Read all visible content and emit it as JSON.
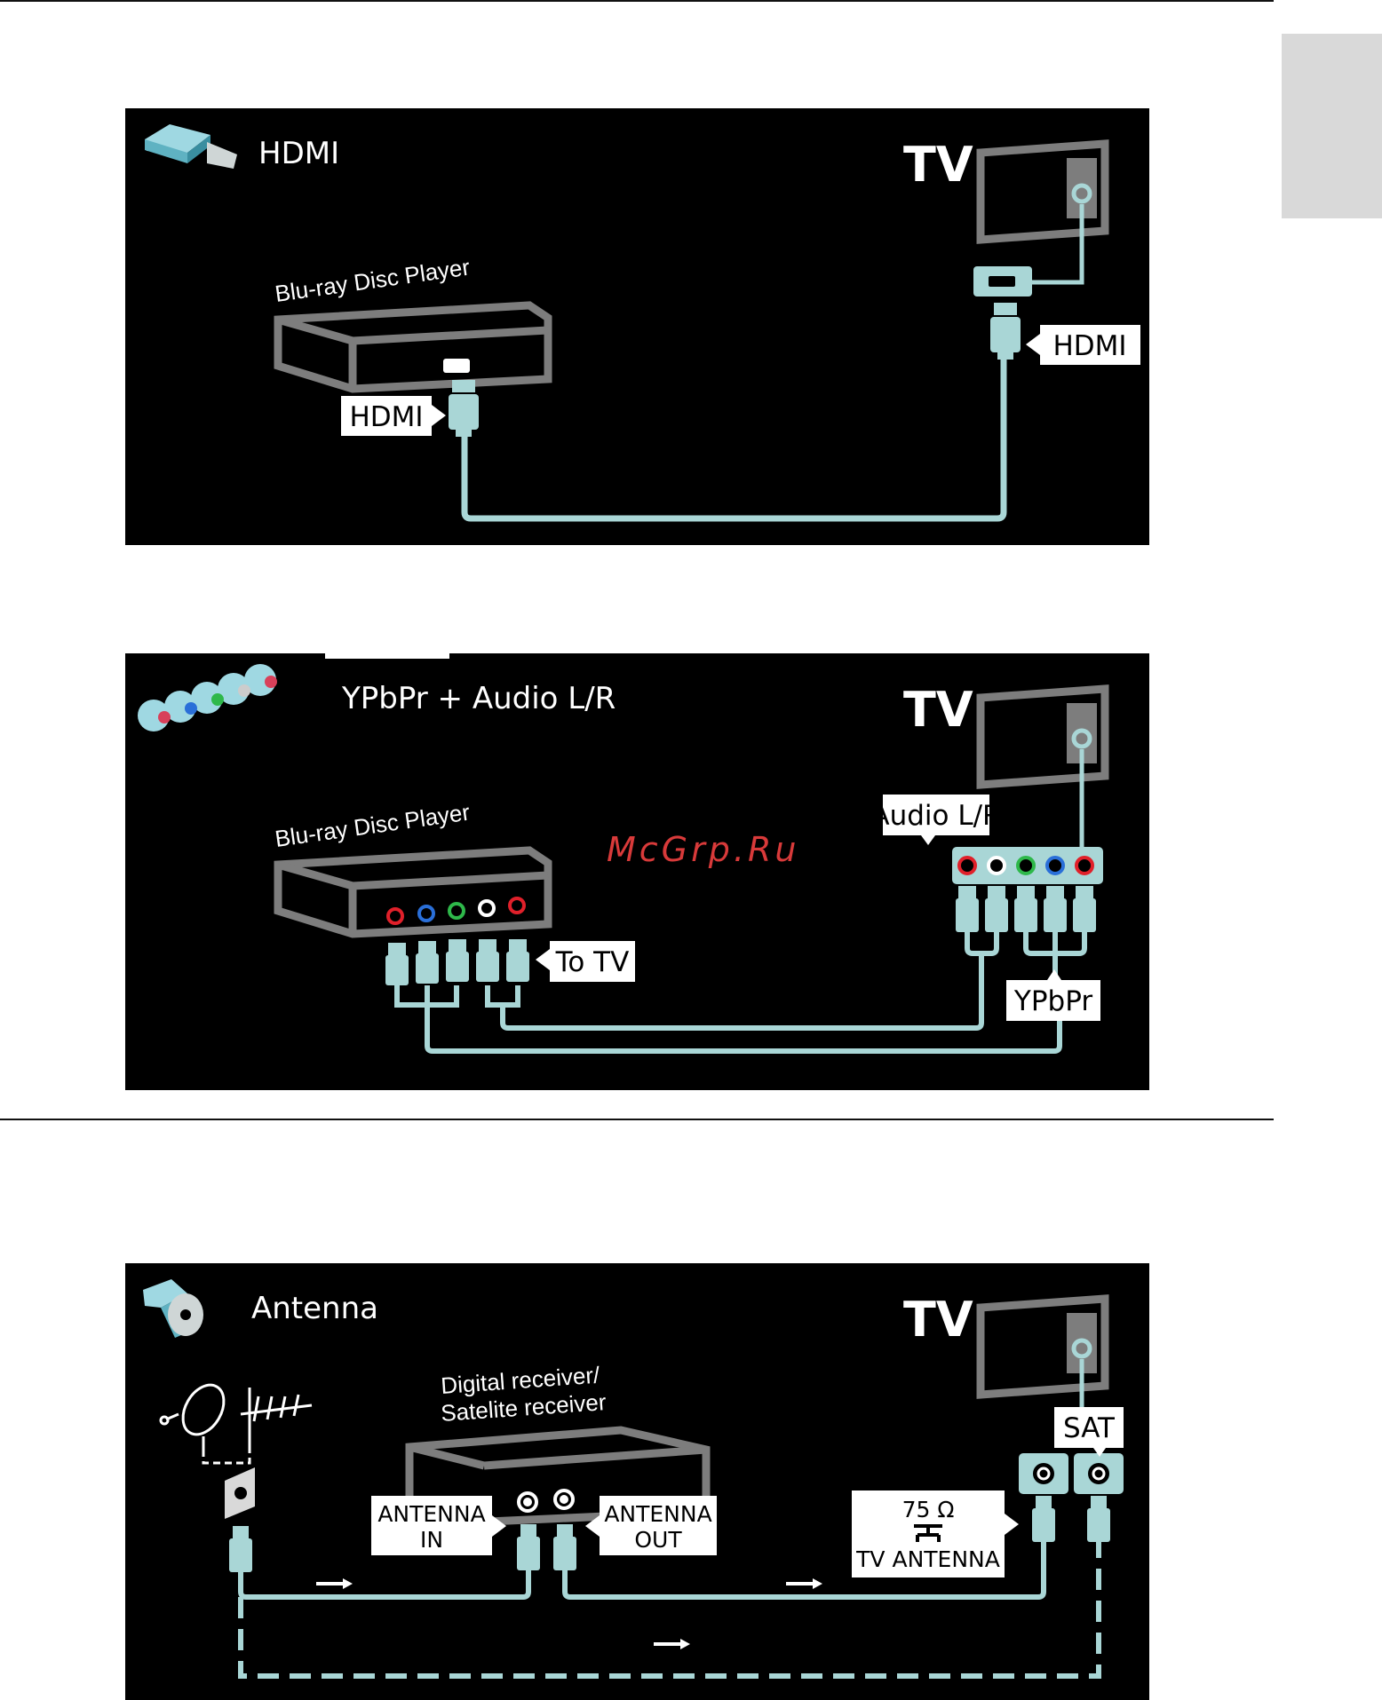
{
  "watermark": "McGrp.Ru",
  "panels": {
    "hdmi": {
      "title": "HDMI",
      "tv_label": "TV",
      "device_label": "Blu-ray Disc Player",
      "source_tag": "HDMI",
      "tv_tag": "HDMI"
    },
    "ypbpr": {
      "title": "YPbPr + Audio L/R",
      "tv_label": "TV",
      "device_label": "Blu-ray Disc Player",
      "source_tag": "To TV",
      "audio_tag": "Audio L/R",
      "ypbpr_tag": "YPbPr"
    },
    "antenna": {
      "title": "Antenna",
      "tv_label": "TV",
      "device_label_1": "Digital receiver/",
      "device_label_2": "Satelite receiver",
      "antenna_in_1": "ANTENNA",
      "antenna_in_2": "IN",
      "antenna_out_1": "ANTENNA",
      "antenna_out_2": "OUT",
      "tv_antenna_1": "75 Ω",
      "tv_antenna_2": "TV ANTENNA",
      "sat_tag": "SAT"
    }
  },
  "colors": {
    "cable": "#a9d6d6",
    "device_stroke": "#7d7d7d",
    "jack_red": "#e0202a",
    "jack_blue": "#2a6fd8",
    "jack_green": "#2eb84a",
    "jack_white": "#ffffff"
  }
}
